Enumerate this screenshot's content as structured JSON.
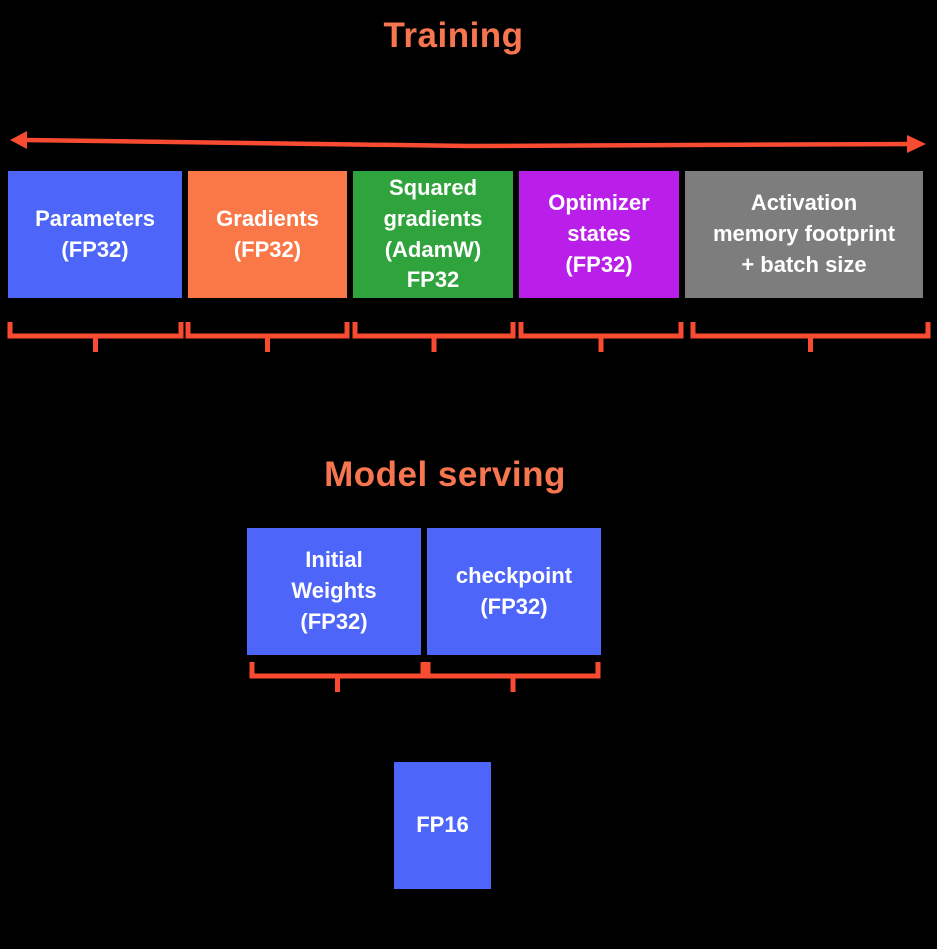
{
  "page": {
    "background_color": "#000000",
    "text_color": "#ffffff",
    "title_color": "#f8764f",
    "annotation_color": "#f84b31"
  },
  "training": {
    "title": "Training",
    "boxes": [
      {
        "name": "parameters",
        "label": "Parameters\n(FP32)",
        "color": "#4d65f8"
      },
      {
        "name": "gradients",
        "label": "Gradients\n(FP32)",
        "color": "#fa7847"
      },
      {
        "name": "squared-gradients",
        "label": "Squared\ngradients\n(AdamW)\nFP32",
        "color": "#2fa43c"
      },
      {
        "name": "optimizer-states",
        "label": "Optimizer\nstates\n(FP32)",
        "color": "#b91fe9"
      },
      {
        "name": "activation-memory",
        "label": "Activation\nmemory footprint\n+ batch size",
        "color": "#7d7d7d"
      }
    ]
  },
  "serving": {
    "title": "Model serving",
    "boxes": [
      {
        "name": "initial-weights",
        "label": "Initial\nWeights\n(FP32)",
        "color": "#4d65f8"
      },
      {
        "name": "checkpoint",
        "label": "checkpoint\n(FP32)",
        "color": "#4d65f8"
      },
      {
        "name": "fp16",
        "label": "FP16",
        "color": "#4d65f8"
      }
    ]
  }
}
